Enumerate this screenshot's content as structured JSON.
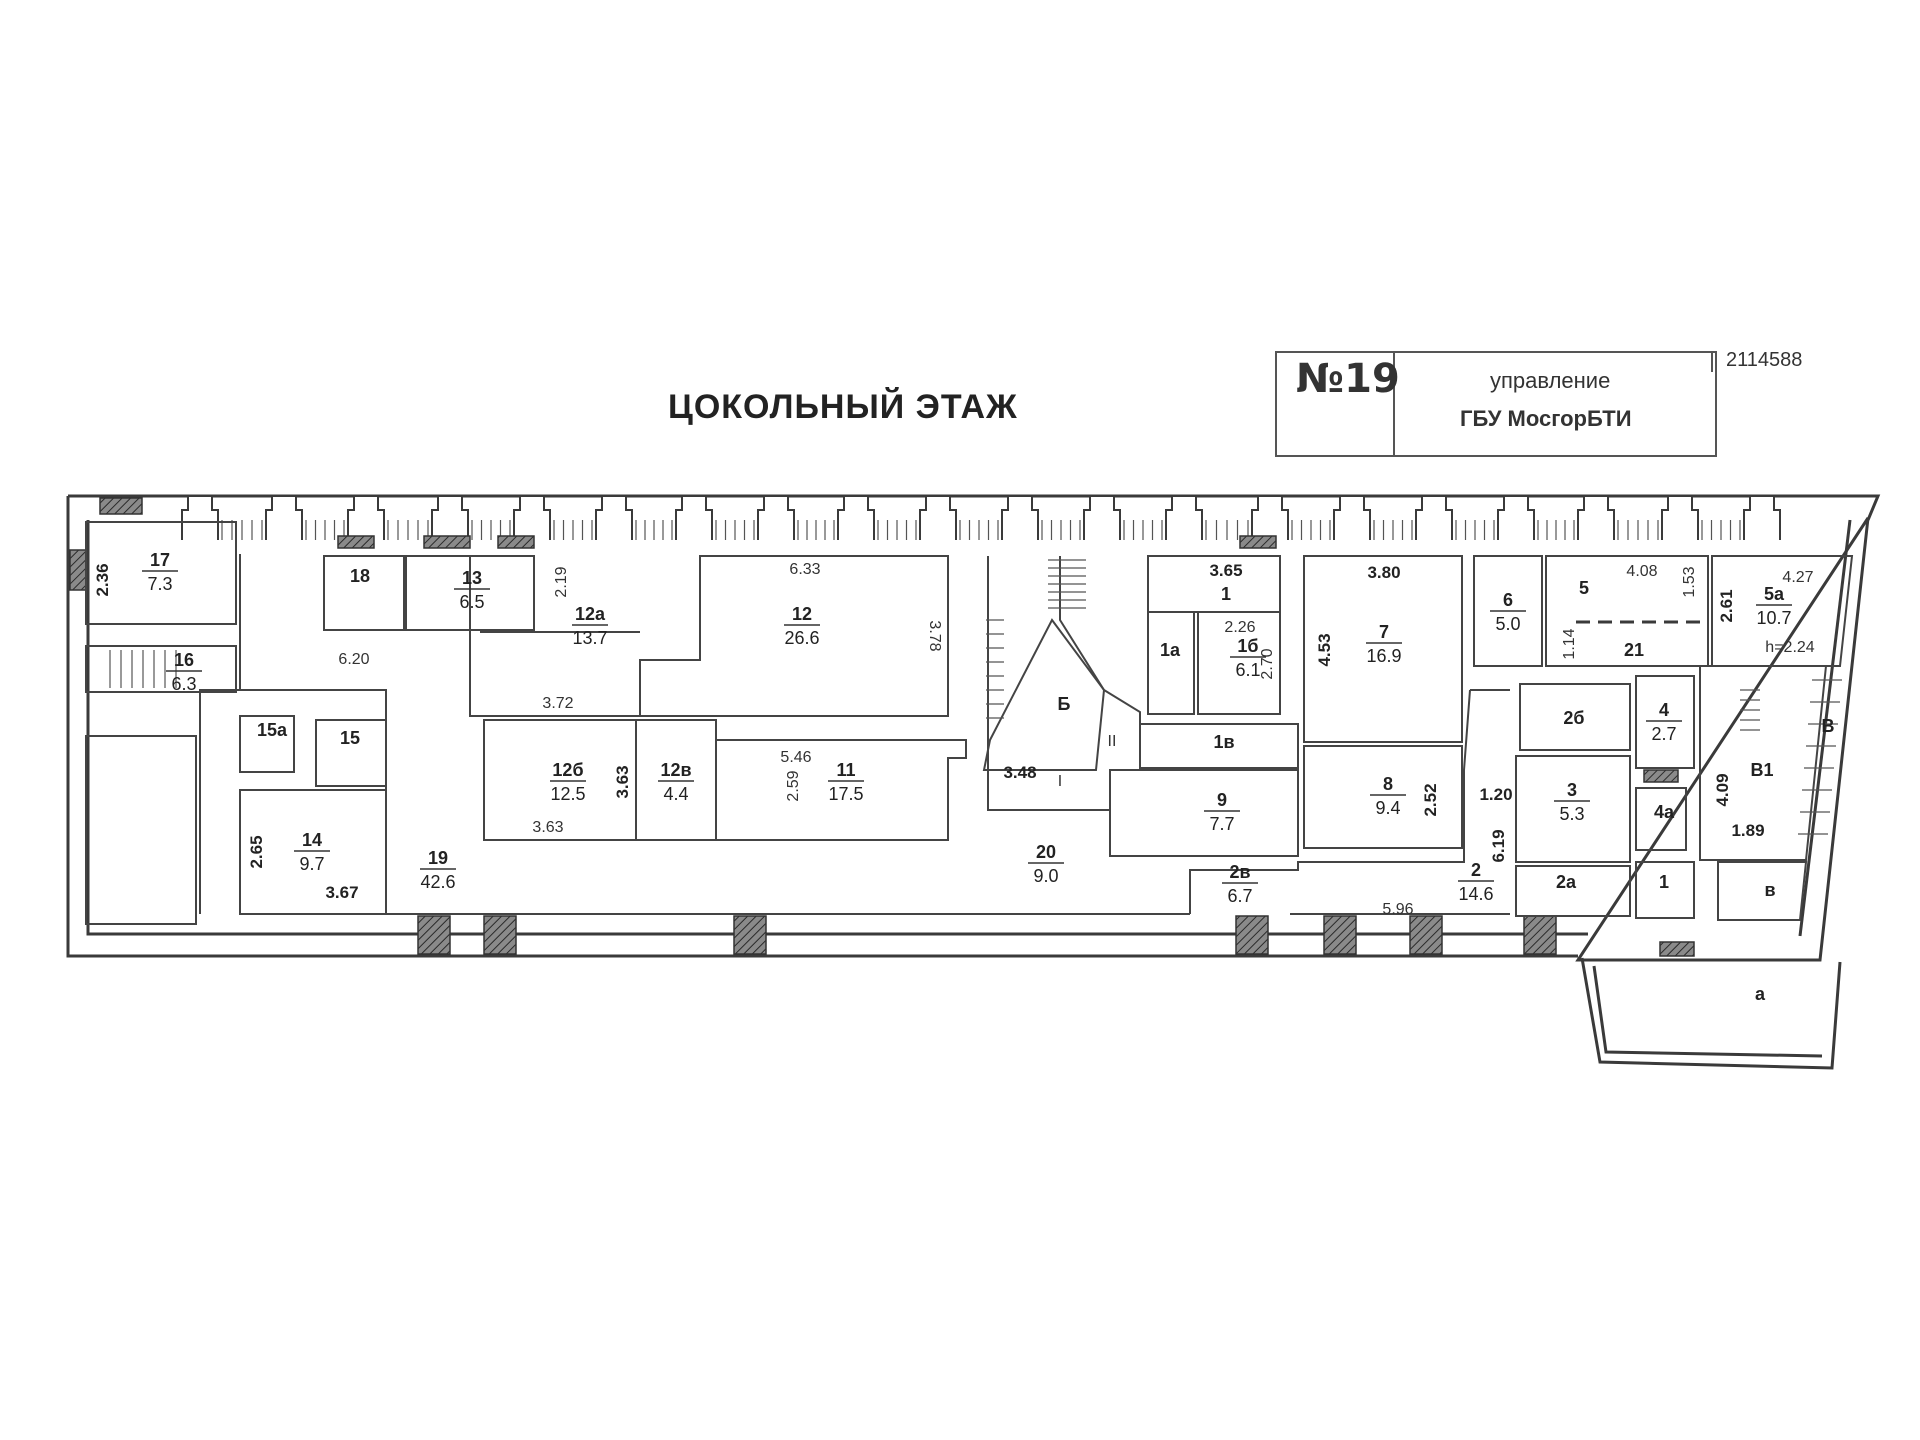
{
  "header": {
    "title": "ЦОКОЛЬНЫЙ ЭТАЖ",
    "stamp_number": "№19",
    "stamp_line1": "управление",
    "stamp_line2": "ГБУ МосгорБТИ",
    "corner_code": "2114588"
  },
  "rooms": [
    {
      "id": "17",
      "area": "7.3"
    },
    {
      "id": "18",
      "area": ""
    },
    {
      "id": "13",
      "area": "6.5"
    },
    {
      "id": "12а",
      "area": "13.7"
    },
    {
      "id": "12",
      "area": "26.6"
    },
    {
      "id": "16",
      "area": "6.3"
    },
    {
      "id": "15а",
      "area": ""
    },
    {
      "id": "15",
      "area": ""
    },
    {
      "id": "14",
      "area": "9.7"
    },
    {
      "id": "19",
      "area": "42.6"
    },
    {
      "id": "12б",
      "area": "12.5"
    },
    {
      "id": "12в",
      "area": "4.4"
    },
    {
      "id": "11",
      "area": "17.5"
    },
    {
      "id": "Б",
      "area": ""
    },
    {
      "id": "20",
      "area": "9.0"
    },
    {
      "id": "1",
      "area": ""
    },
    {
      "id": "1а",
      "area": ""
    },
    {
      "id": "1б",
      "area": "6.1"
    },
    {
      "id": "1в",
      "area": ""
    },
    {
      "id": "9",
      "area": "7.7"
    },
    {
      "id": "7",
      "area": "16.9"
    },
    {
      "id": "8",
      "area": "9.4"
    },
    {
      "id": "2в",
      "area": "6.7"
    },
    {
      "id": "6",
      "area": "5.0"
    },
    {
      "id": "5",
      "area": ""
    },
    {
      "id": "5а",
      "area": "10.7"
    },
    {
      "id": "21",
      "area": ""
    },
    {
      "id": "2б",
      "area": ""
    },
    {
      "id": "4",
      "area": "2.7"
    },
    {
      "id": "3",
      "area": "5.3"
    },
    {
      "id": "4а",
      "area": ""
    },
    {
      "id": "2",
      "area": "14.6"
    },
    {
      "id": "2а",
      "area": ""
    },
    {
      "id": "1",
      "area": ""
    },
    {
      "id": "В1",
      "area": ""
    },
    {
      "id": "В",
      "area": ""
    },
    {
      "id": "в",
      "area": ""
    },
    {
      "id": "а",
      "area": ""
    }
  ],
  "dimensions": {
    "d236": "2.36",
    "d620": "6.20",
    "d219": "2.19",
    "d633": "6.33",
    "d378": "3.78",
    "d372": "3.72",
    "d546": "5.46",
    "d363a": "3.63",
    "d363b": "3.63",
    "d259": "2.59",
    "d265": "2.65",
    "d367": "3.67",
    "d348": "3.48",
    "d365": "3.65",
    "d226": "2.26",
    "d270": "2.70",
    "d453": "4.53",
    "d380": "3.80",
    "d252": "2.52",
    "d120": "1.20",
    "d619": "6.19",
    "d596": "5.96",
    "d114": "1.14",
    "d408": "4.08",
    "d153": "1.53",
    "d261": "2.61",
    "d427": "4.27",
    "dh": "h=2.24",
    "d409": "4.09",
    "d189": "1.89",
    "rI": "I",
    "rII": "II"
  }
}
